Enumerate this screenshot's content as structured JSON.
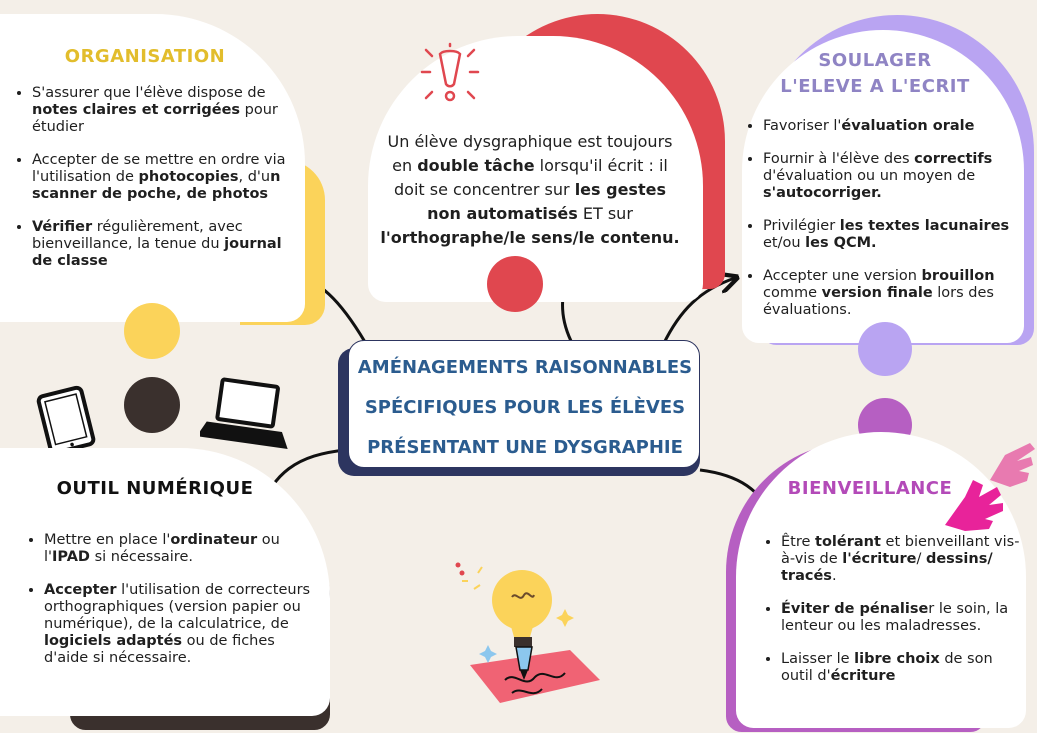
{
  "center": {
    "line1": "AMÉNAGEMENTS RAISONNABLES",
    "line2": "SPÉCIFIQUES POUR LES ÉLÈVES",
    "line3": "PRÉSENTANT UNE DYSGRAPHIE"
  },
  "top": {
    "t1": "Un élève dysgraphique est toujours en ",
    "b1": "double tâche",
    "t2": " lorsqu'il écrit : il doit se concentrer sur ",
    "b2": "les gestes non automatisés",
    "t3": " ET sur ",
    "b3": "l'orthographe/le sens/le contenu."
  },
  "organisation": {
    "title": "ORGANISATION",
    "i1_t1": "S'assurer que l'élève dispose de ",
    "i1_b1": "notes claires et corrigées",
    "i1_t2": " pour étudier",
    "i2_t1": "Accepter de se mettre en ordre via l'utilisation de ",
    "i2_b1": "photocopies",
    "i2_t2": ", d'u",
    "i2_b2": "n scanner de poche, de photos",
    "i3_b1": "Vérifier",
    "i3_t1": " régulièrement, avec bienveillance, la tenue du ",
    "i3_b2": "journal de classe"
  },
  "soulager": {
    "title1": "SOULAGER",
    "title2": "L'ELEVE A L'ECRIT",
    "i1_t1": "Favoriser l'",
    "i1_b1": "évaluation orale",
    "i2_t1": "Fournir à l'élève des ",
    "i2_b1": "correctifs",
    "i2_t2": " d'évaluation ou un moyen de ",
    "i2_b2": "s'autocorriger.",
    "i3_t1": "Privilégier ",
    "i3_b1": "les textes lacunaires",
    "i3_t2": "  et/ou ",
    "i3_b2": "les QCM.",
    "i4_t1": "Accepter une version ",
    "i4_b1": "brouillon",
    "i4_t2": " comme ",
    "i4_b2": "version finale",
    "i4_t3": " lors des évaluations."
  },
  "numerique": {
    "title": "OUTIL NUMÉRIQUE",
    "i1_t1": "Mettre en place l'",
    "i1_b1": "ordinateur",
    "i1_t2": " ou l'",
    "i1_b2": "IPAD",
    "i1_t3": " si nécessaire.",
    "i2_b1": "Accepter",
    "i2_t1": " l'utilisation de correcteurs orthographiques (version papier ou numérique), de la calculatrice, de ",
    "i2_b2": "logiciels adaptés",
    "i2_t2": " ou de fiches d'aide si nécessaire."
  },
  "bienveillance": {
    "title": "BIENVEILLANCE",
    "i1_t1": "Être ",
    "i1_b1": "tolérant",
    "i1_t2": " et bienveillant vis-à-vis de ",
    "i1_b2": "l'écriture",
    "i1_t3": "/ ",
    "i1_b3": "dessins/ tracés",
    "i1_t4": ".",
    "i2_b1": "Éviter de pénalise",
    "i2_t1": "r le soin, la lenteur ou les maladresses.",
    "i3_t1": "Laisser le ",
    "i3_b1": "libre choix",
    "i3_t2": " de son outil d'",
    "i3_b2": "écriture"
  },
  "colors": {
    "yellow": "#fbd35a",
    "red": "#e0474f",
    "lavender": "#b9a4f2",
    "purple": "#b65fc2",
    "dark": "#3a302d",
    "navy": "#2d3560",
    "center_text": "#2b5c8f",
    "organisation_title": "#e2bd2c",
    "soulager_title": "#8f84c4",
    "bienveillance_title": "#b34ab8"
  },
  "icons": [
    "tablet-icon",
    "laptop-icon",
    "lightbulb-icon",
    "pen-icon",
    "exclamation-icon",
    "hand-icon"
  ]
}
